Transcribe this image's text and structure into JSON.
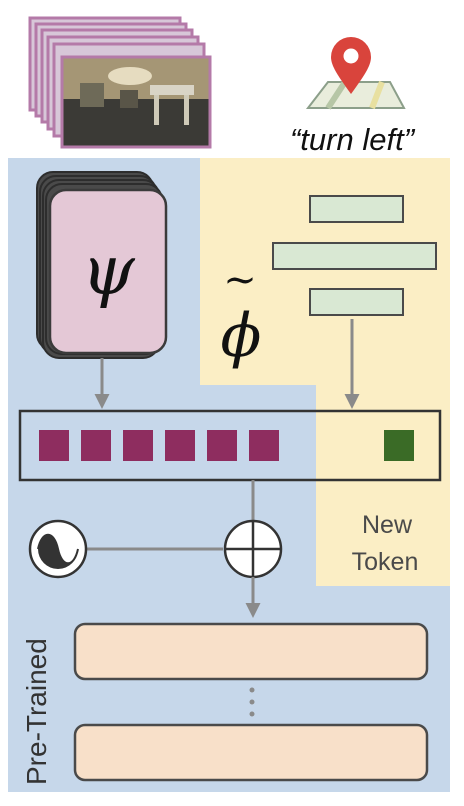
{
  "instruction_text": "“turn left”",
  "vision_encoder_symbol": "ψ",
  "language_encoder_symbol": "ϕ",
  "language_encoder_accent": "~",
  "new_token_label_line1": "New",
  "new_token_label_line2": "Token",
  "pretrained_label": "Pre-Trained",
  "visual_token_count": 6,
  "colors": {
    "pretrained_bg": "#c6d7ea",
    "new_token_bg": "#fbeec5",
    "vision_encoder_fill": "#e4c8d6",
    "visual_token": "#8e2d5f",
    "new_token": "#3a6b26",
    "language_bars": "#d9e8d3",
    "transformer_layer": "#f8e0c9",
    "stroke": "#3b3b3b",
    "arrow": "#8a8a8a",
    "map_pin": "#d9443c"
  }
}
